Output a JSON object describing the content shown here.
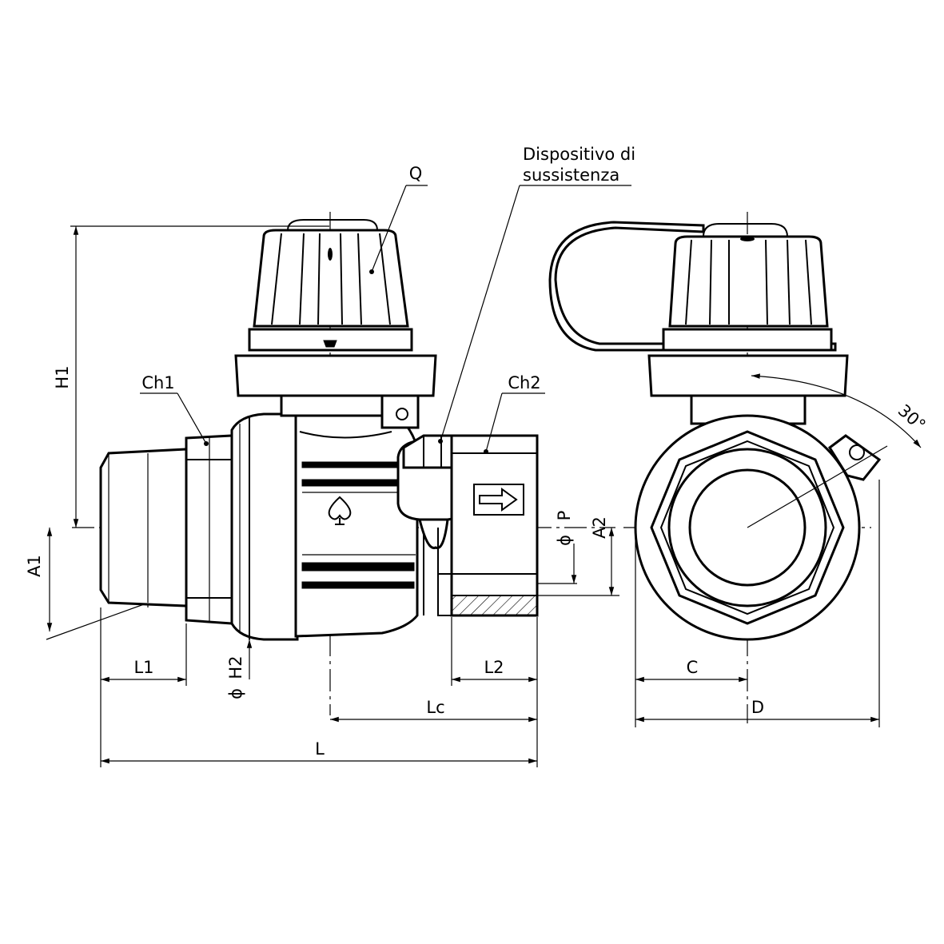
{
  "labels": {
    "q": "Q",
    "device_line1": "Dispositivo di",
    "device_line2": "sussistenza",
    "ch1": "Ch1",
    "ch2": "Ch2",
    "h1": "H1",
    "a1": "A1",
    "a2": "A2",
    "p": "P",
    "h2": "H2",
    "l1": "L1",
    "l2": "L2",
    "lc": "Lc",
    "l": "L",
    "c": "C",
    "d": "D",
    "angle": "30°",
    "phi": "ϕ"
  }
}
